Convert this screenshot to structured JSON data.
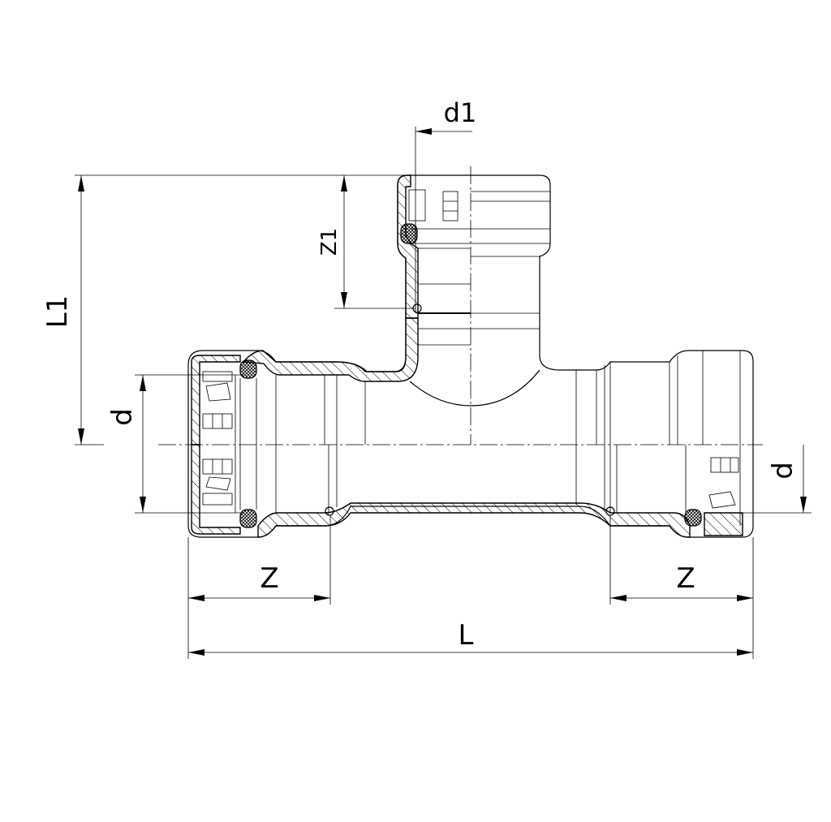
{
  "drawing": {
    "labels": {
      "d1": "d1",
      "z1": "Z1",
      "l1": "L1",
      "d_left": "d",
      "d_right": "d",
      "z_left": "Z",
      "z_right": "Z",
      "l": "L"
    }
  }
}
